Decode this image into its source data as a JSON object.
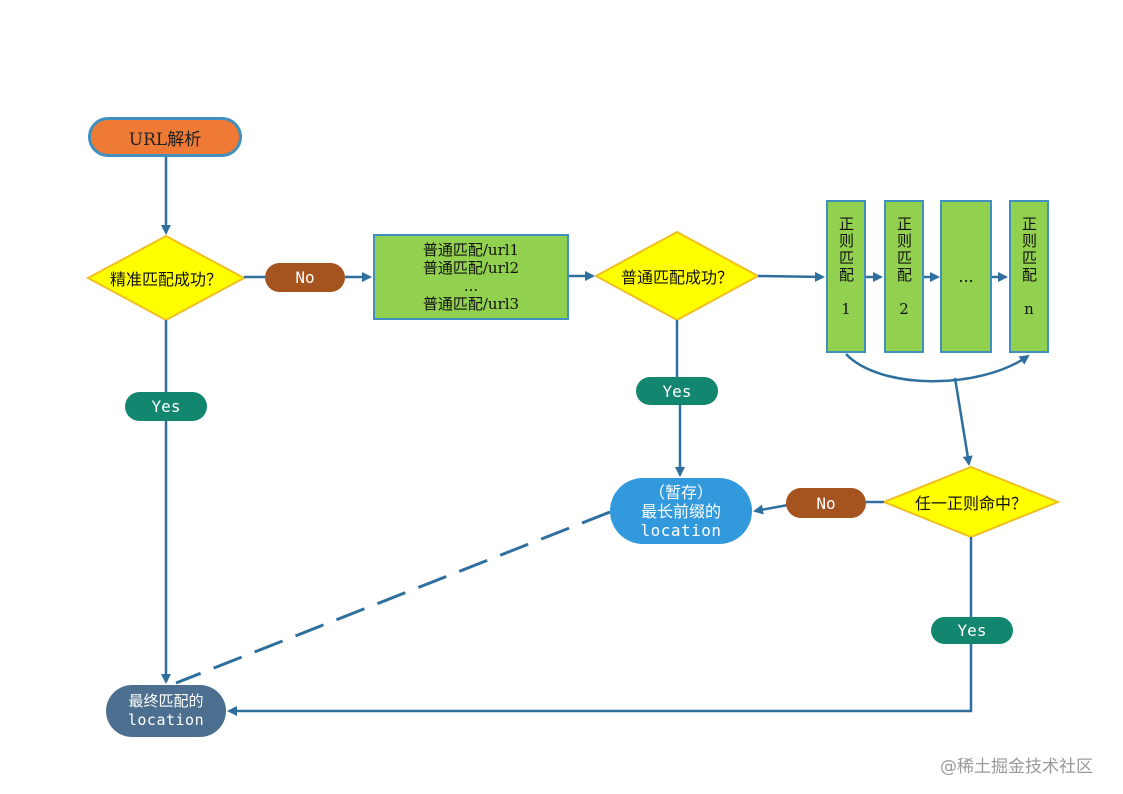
{
  "nodes": {
    "start": "URL解析",
    "exact_match": "精准匹配成功？",
    "url_list": [
      "普通匹配/url1",
      "普通匹配/url2",
      "...",
      "普通匹配/url3"
    ],
    "normal_match": "普通匹配成功？",
    "regex_blocks": [
      {
        "label": "正则匹配",
        "index": "1"
      },
      {
        "label": "正则匹配",
        "index": "2"
      },
      {
        "label": "...",
        "index": ""
      },
      {
        "label": "正则匹配",
        "index": "n"
      }
    ],
    "any_regex": "任一正则命中？",
    "temp_prefix": [
      "（暂存）",
      "最长前缀的",
      "location"
    ],
    "final": [
      "最终匹配的",
      "location"
    ]
  },
  "edge_labels": {
    "no_1": "No",
    "yes_1": "Yes",
    "yes_2": "Yes",
    "no_2": "No",
    "yes_3": "Yes"
  },
  "watermark": "@稀土掘金技术社区",
  "colors": {
    "start_fill": "#ef7a35",
    "diamond_fill": "#ffff00",
    "diamond_stroke": "#f0c020",
    "green_fill": "#92d050",
    "yes_fill": "#12866f",
    "no_fill": "#a5531f",
    "arrow": "#2e6f9e",
    "temp_fill": "#3399dd",
    "final_fill": "#4c6f8f"
  }
}
